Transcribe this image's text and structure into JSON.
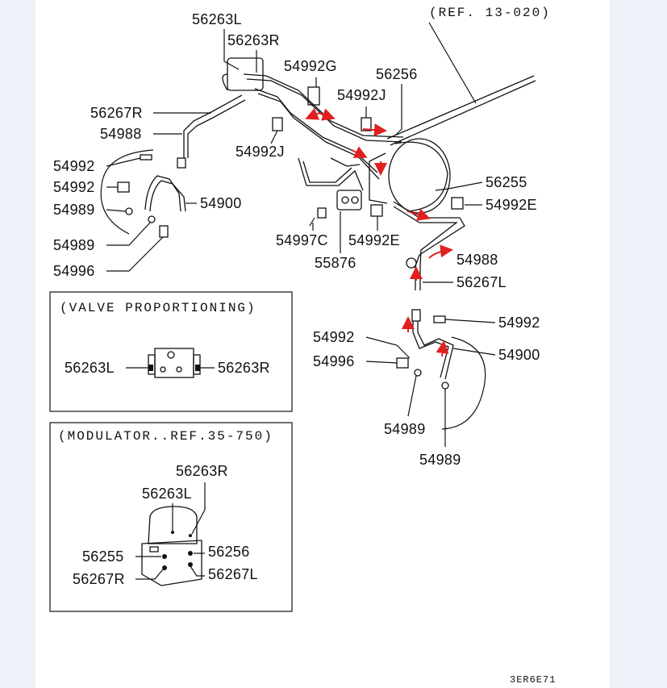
{
  "diagram": {
    "ref_label": "(REF. 13-020)",
    "figure_code": "3ER6E71",
    "colors": {
      "line": "#111111",
      "flow_arrow": "#e02020",
      "background": "#eef2f9",
      "sheet": "#ffffff"
    },
    "main_labels": {
      "l56263L": "56263L",
      "l56263R": "56263R",
      "l54992G": "54992G",
      "l56256": "56256",
      "l54992J_top": "54992J",
      "l56267R": "56267R",
      "l54988_left": "54988",
      "l54992J_mid": "54992J",
      "l54992_left_a": "54992",
      "l54992_left_b": "54992",
      "l54989_left_a": "54989",
      "l54900_left": "54900",
      "l54989_left_b": "54989",
      "l54996_left": "54996",
      "l56255": "56255",
      "l54992E_right": "54992E",
      "l54997C": "54997C",
      "l54992E_mid": "54992E",
      "l55876": "55876",
      "l54988_right": "54988",
      "l56267L": "56267L",
      "l54992_right_a": "54992",
      "l54992_right_b": "54992",
      "l54900_right": "54900",
      "l54996_right": "54996",
      "l54989_right_a": "54989",
      "l54989_right_b": "54989"
    },
    "valve_box": {
      "title": "(VALVE PROPORTIONING)",
      "left_label": "56263L",
      "right_label": "56263R"
    },
    "modulator_box": {
      "title": "(MODULATOR..REF.35-750)",
      "l56263R": "56263R",
      "l56263L": "56263L",
      "l56255": "56255",
      "l56256": "56256",
      "l56267R": "56267R",
      "l56267L": "56267L"
    }
  }
}
